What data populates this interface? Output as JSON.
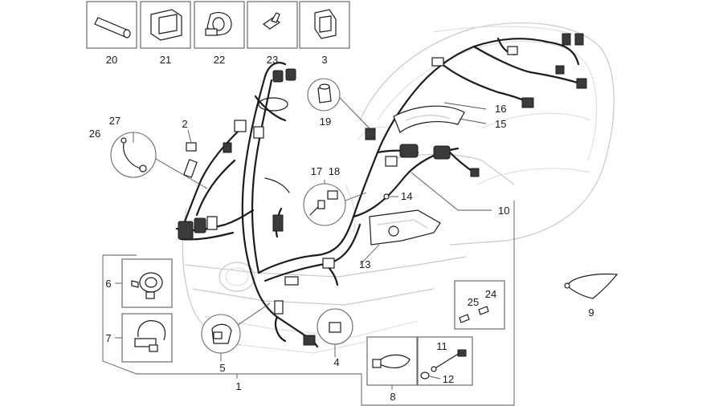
{
  "diagram": {
    "callouts": {
      "c20": "20",
      "c21": "21",
      "c22": "22",
      "c23": "23",
      "c3": "3",
      "c27": "27",
      "c26": "26",
      "c2": "2",
      "c19": "19",
      "c16": "16",
      "c15": "15",
      "c17": "17",
      "c18": "18",
      "c14": "14",
      "c10": "10",
      "c13": "13",
      "c6": "6",
      "c7": "7",
      "c5": "5",
      "c4": "4",
      "c1": "1",
      "c25": "25",
      "c24": "24",
      "c9": "9",
      "c11": "11",
      "c12": "12",
      "c8": "8"
    }
  }
}
